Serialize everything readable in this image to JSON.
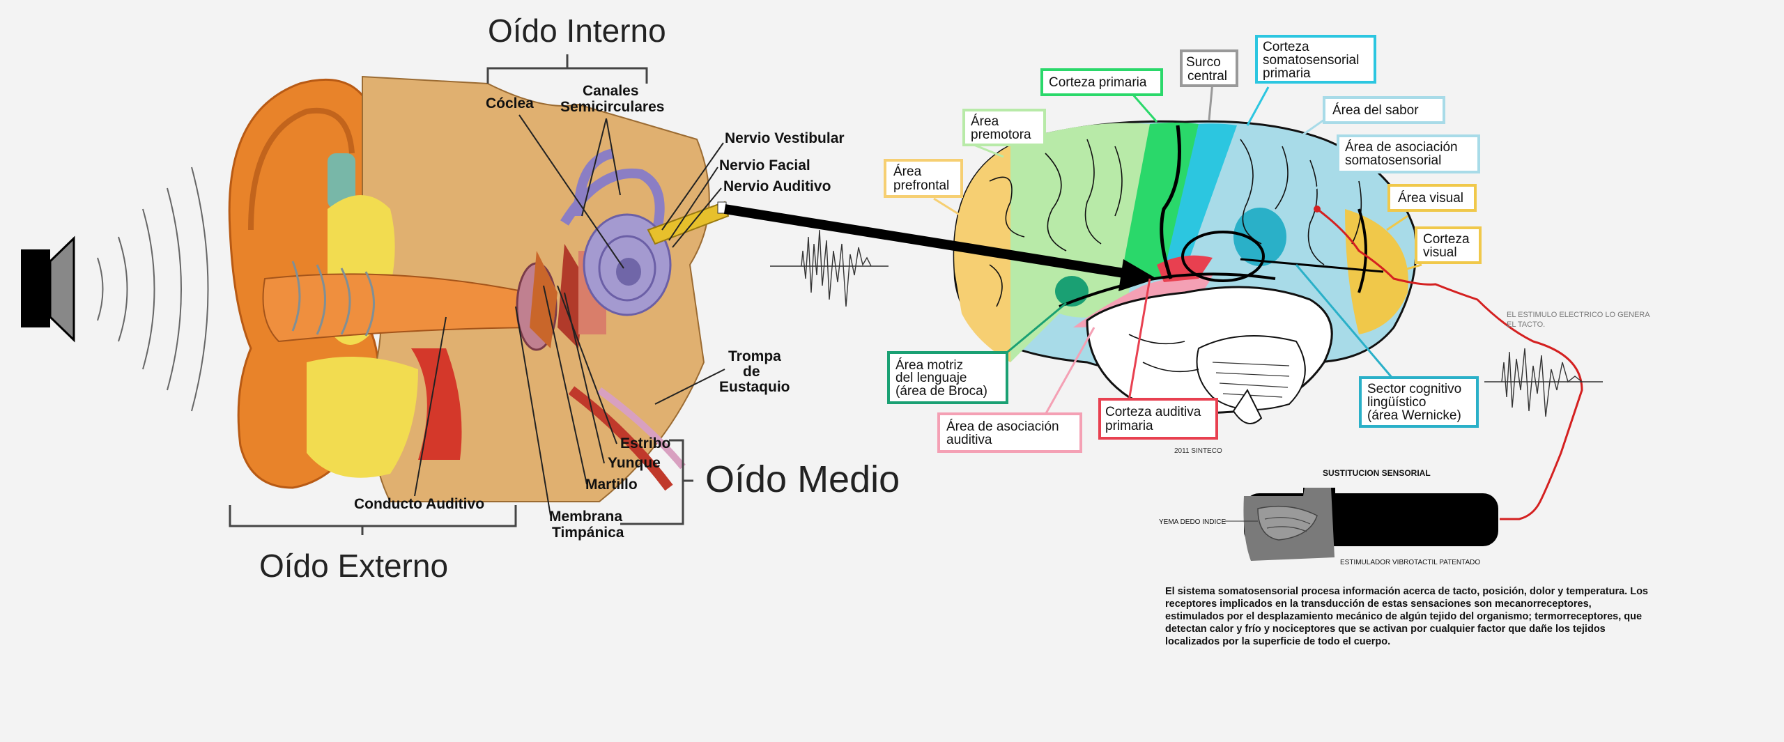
{
  "ear": {
    "titles": {
      "inner": "Oído Interno",
      "middle": "Oído Medio",
      "outer": "Oído Externo"
    },
    "labels": {
      "coclea": "Cóclea",
      "canales_1": "Canales",
      "canales_2": "Semicirculares",
      "nervio_vestibular": "Nervio Vestibular",
      "nervio_facial": "Nervio Facial",
      "nervio_auditivo": "Nervio Auditivo",
      "trompa_1": "Trompa",
      "trompa_2": "de",
      "trompa_3": "Eustaquio",
      "estribo": "Estribo",
      "yunque": "Yunque",
      "martillo": "Martillo",
      "membrana_1": "Membrana",
      "membrana_2": "Timpánica",
      "conducto": "Conducto Auditivo"
    }
  },
  "brain": {
    "callouts": {
      "corteza_primaria": "Corteza primaria",
      "surco_1": "Surco",
      "surco_2": "central",
      "somato_1": "Corteza",
      "somato_2": "somatosensorial",
      "somato_3": "primaria",
      "sabor": "Área del sabor",
      "asoc_somato_1": "Área de asociación",
      "asoc_somato_2": "somatosensorial",
      "premotora_1": "Área",
      "premotora_2": "premotora",
      "prefrontal_1": "Área",
      "prefrontal_2": "prefrontal",
      "visual": "Área visual",
      "corteza_visual_1": "Corteza",
      "corteza_visual_2": "visual",
      "broca_1": "Área motriz",
      "broca_2": "del lenguaje",
      "broca_3": "(área de Broca)",
      "asoc_auditiva_1": "Área de asociación",
      "asoc_auditiva_2": "auditiva",
      "auditiva_1": "Corteza auditiva",
      "auditiva_2": "primaria",
      "wernicke_1": "Sector cognitivo",
      "wernicke_2": "lingüístico",
      "wernicke_3": "(área Wernicke)"
    },
    "credit": "2011 SINTECO"
  },
  "stimulus_note_1": "EL ESTIMULO ELECTRICO LO GENERA",
  "stimulus_note_2": "EL TACTO.",
  "substitution": {
    "title": "SUSTITUCION SENSORIAL",
    "finger": "YEMA DEDO INDICE",
    "device": "ESTIMULADOR VIBROTACTIL PATENTADO"
  },
  "description": "El sistema somatosensorial procesa información acerca de tacto, posición, dolor y temperatura. Los receptores implicados en la transducción de estas sensaciones son mecanorreceptores, estimulados por el desplazamiento mecánico de algún tejido del organismo; termorreceptores, que detectan calor y frío y nociceptores que se activan por cualquier factor que dañe los tejidos localizados por la superficie de todo el cuerpo.",
  "colors": {
    "background": "#f3f3f3",
    "ear_skin": "#e8832a",
    "cochlea": "#a49ad0",
    "prefrontal": "#f6cf72",
    "premotor": "#b8eaa8",
    "motor": "#2ad86a",
    "somatosensory": "#2cc6e0",
    "association": "#a8dbe8",
    "visual": "#f0c84a",
    "broca": "#1aa073",
    "auditory": "#e84050",
    "aud_assoc": "#f4a0b4",
    "wernicke": "#2ab0c8",
    "signal": "#d42020"
  },
  "icons": [
    "speaker-icon",
    "sound-wave-icon",
    "ear-illustration",
    "brain-illustration",
    "waveform-icon",
    "tactile-stimulator-icon"
  ]
}
